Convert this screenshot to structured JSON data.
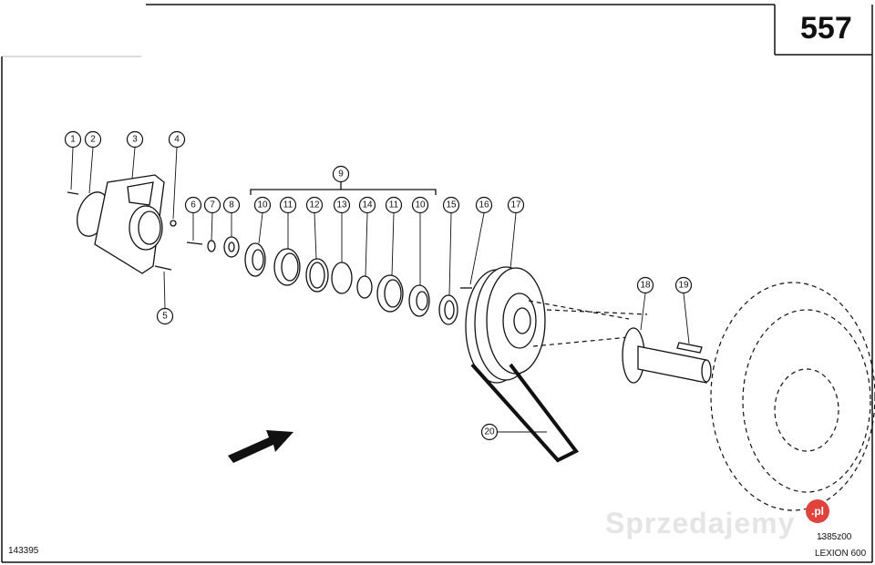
{
  "page_number": "557",
  "drawing_code_left": "143395",
  "drawing_code_right": "1̵385z00",
  "model": "LEXION 600",
  "watermark": {
    "text": "Sprzedajemy",
    "badge": ".pl",
    "color": "#e0433b"
  },
  "callouts": [
    "1",
    "2",
    "3",
    "4",
    "5",
    "6",
    "7",
    "8",
    "9",
    "10",
    "11",
    "12",
    "13",
    "14",
    "11",
    "10",
    "15",
    "16",
    "17",
    "18",
    "19",
    "20"
  ]
}
